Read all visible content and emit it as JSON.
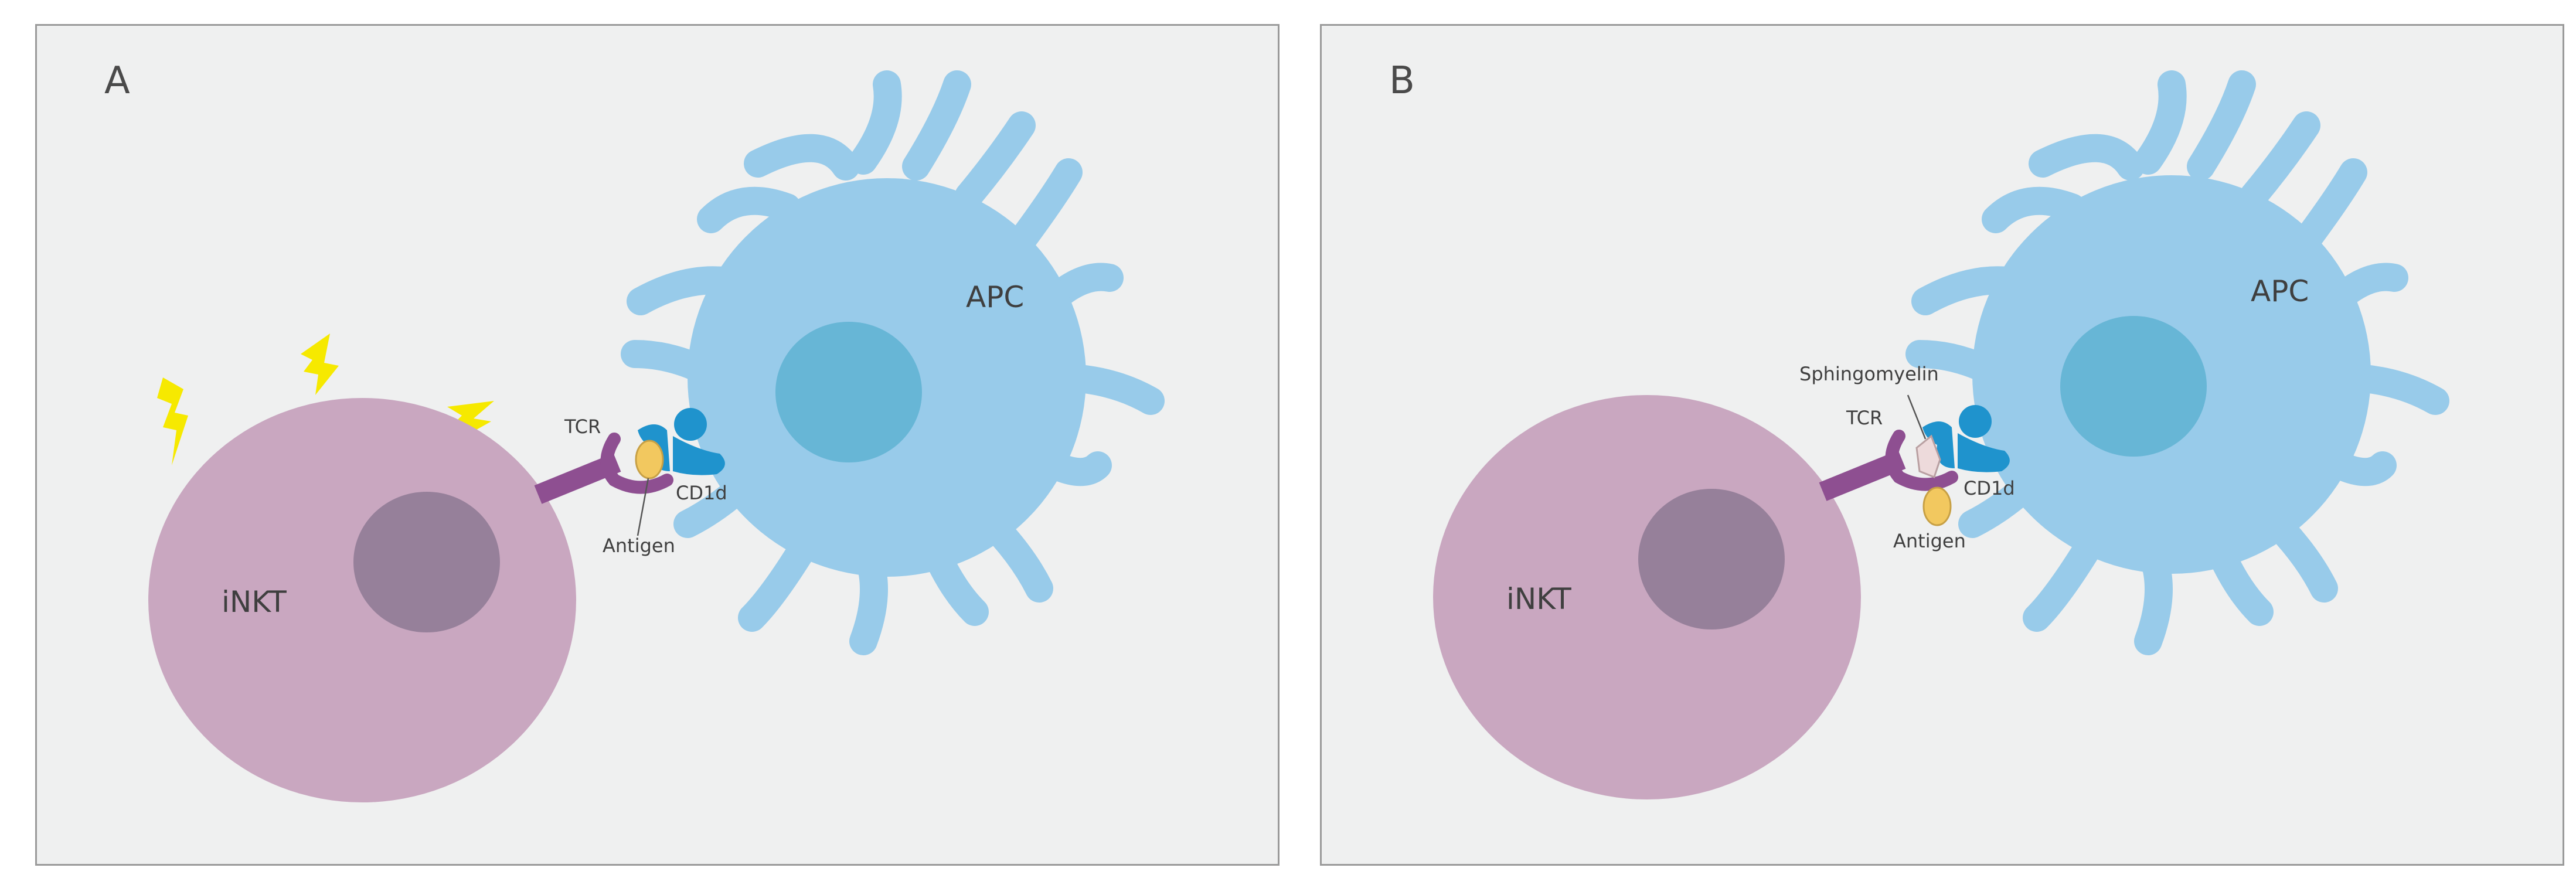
{
  "panels": [
    {
      "letter": "A",
      "labels": {
        "cell_left": "iNKT",
        "cell_right": "APC",
        "receptor": "TCR",
        "presenter": "CD1d",
        "antigen": "Antigen",
        "lipid": ""
      },
      "activated": true
    },
    {
      "letter": "B",
      "labels": {
        "cell_left": "iNKT",
        "cell_right": "APC",
        "receptor": "TCR",
        "presenter": "CD1d",
        "antigen": "Antigen",
        "lipid": "Sphingomyelin"
      },
      "activated": false
    }
  ],
  "colors": {
    "inkt_cell": "#c9a7c0",
    "inkt_nucleus": "#96809a",
    "apc_cell": "#98cbea",
    "apc_nucleus": "#67b6d6",
    "tcr": "#8e4f91",
    "cd1d": "#1f93cd",
    "antigen": "#f2c85f",
    "sphingomyelin": "#eddadb",
    "lightning": "#f6e900"
  },
  "icons": [
    "lightning-bolt-icon"
  ]
}
